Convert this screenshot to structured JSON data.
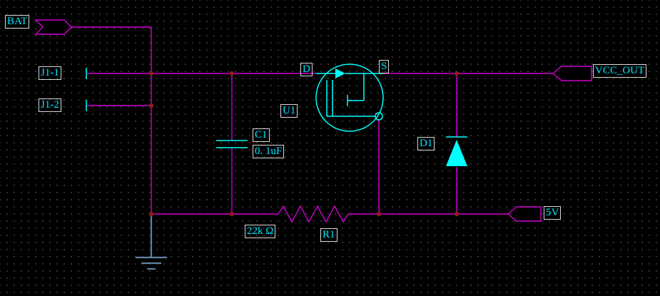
{
  "colors": {
    "background": "#000000",
    "grid_dot": "#2e2e2e",
    "wire": "#cf00cf",
    "symbol": "#00ffff",
    "junction": "#8f1a1a",
    "text": "#00e5ff",
    "label_box": "#d8d8d8",
    "ground": "#5f7f9f"
  },
  "schematic": {
    "ports": {
      "bat": {
        "label": "BAT"
      },
      "vcc_out": {
        "label": "VCC_OUT"
      },
      "v5": {
        "label": "5V"
      }
    },
    "connector": {
      "pin1": "J1-1",
      "pin2": "J1-2"
    },
    "mosfet": {
      "ref": "U1",
      "drain": "D",
      "source": "S"
    },
    "capacitor": {
      "ref": "C1",
      "value": "0. 1uF"
    },
    "resistor": {
      "ref": "R1",
      "value": "22k Ω"
    },
    "diode": {
      "ref": "D1"
    }
  }
}
